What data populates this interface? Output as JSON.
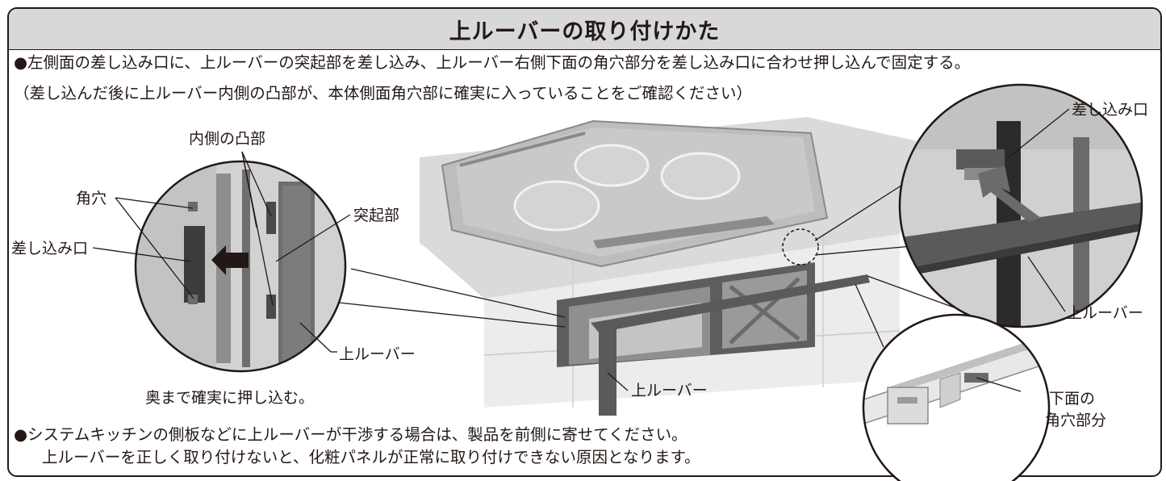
{
  "title": "上ルーバーの取り付けかた",
  "instruction": {
    "line1": "●左側面の差し込み口に、上ルーバーの突起部を差し込み、上ルーバー右側下面の角穴部分を差し込み口に合わせ押し込んで固定する。",
    "line2": "（差し込んだ後に上ルーバー内側の凸部が、本体側面角穴部に確実に入っていることをご確認ください）"
  },
  "left_detail": {
    "label_inner_convex": "内側の凸部",
    "label_square_hole": "角穴",
    "label_protrusion": "突起部",
    "label_insert_slot": "差し込み口",
    "label_upper_louver": "上ルーバー",
    "caption": "奥まで確実に押し込む。"
  },
  "main_unit": {
    "label_upper_louver": "上ルーバー"
  },
  "right_top_detail": {
    "label_insert_slot": "差し込み口",
    "label_upper_louver": "上ルーバー"
  },
  "right_bottom_detail": {
    "label_bottom_hole_line1": "下面の",
    "label_bottom_hole_line2": "角穴部分"
  },
  "note": {
    "line1": "●システムキッチンの側板などに上ルーバーが干渉する場合は、製品を前側に寄せてください。",
    "line2": "上ルーバーを正しく取り付けないと、化粧パネルが正常に取り付けできない原因となります。"
  },
  "colors": {
    "title_bg": "#d8d8d8",
    "ink": "#231815",
    "louver_dark": "#5a5a5a",
    "panel_gray": "#e6e6e6"
  }
}
